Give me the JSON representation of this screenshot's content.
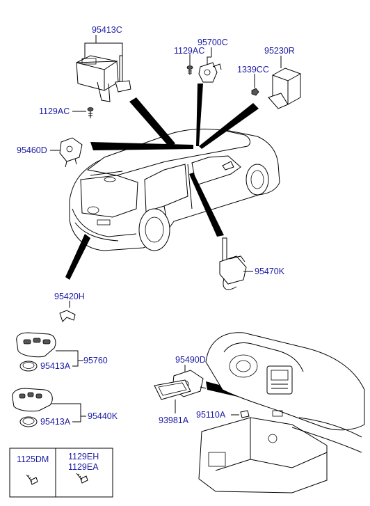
{
  "labels": {
    "l_95413C": "95413C",
    "l_95700C": "95700C",
    "l_1129AC_top": "1129AC",
    "l_95230R": "95230R",
    "l_1339CC": "1339CC",
    "l_1129AC_left": "1129AC",
    "l_95460D": "95460D",
    "l_95470K": "95470K",
    "l_95420H": "95420H",
    "l_95413A_1": "95413A",
    "l_95760": "95760",
    "l_95440K": "95440K",
    "l_95413A_2": "95413A",
    "l_95490D": "95490D",
    "l_93981A": "93981A",
    "l_95110A": "95110A",
    "l_1125DM": "1125DM",
    "l_1129EH": "1129EH",
    "l_1129EA": "1129EA"
  }
}
